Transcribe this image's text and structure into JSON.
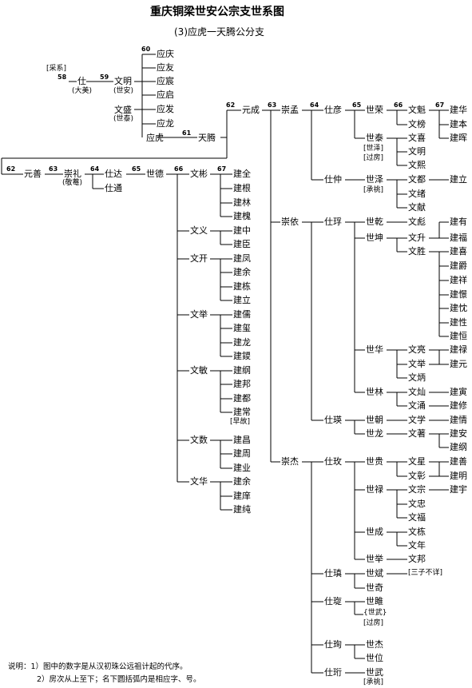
{
  "title": "重庆铜梁世安公宗支世系图",
  "subtitle": "(3)应虎一天腾公分支",
  "notes": {
    "line1": "说明：1）图中的数字是从汉初珠公远祖计起的代序。",
    "line2": "2）房次从上至下；名下圆括弧内是相应字、号。"
  },
  "labels": {
    "caixi": "[采系]",
    "shian": "(世安)",
    "shitai": "(世泰)",
    "damei": "(大美)",
    "jingyan": "(敬菴)",
    "guofang1": "[过房]",
    "guofang2": "[过房]",
    "shize_bracket": "[世泽]",
    "shiwu_bracket": "{世武}",
    "chengtiao1": "[承祧]",
    "chengtiao2": "[承祧]",
    "zaogu": "[早故]",
    "sanzi": "[三子不详]"
  },
  "gens": {
    "g58": "58",
    "g59": "59",
    "g60": "60",
    "g61": "61",
    "g62a": "62",
    "g62b": "62",
    "g63a": "63",
    "g63b": "63",
    "g64a": "64",
    "g64b": "64",
    "g65a": "65",
    "g65b": "65",
    "g66a": "66",
    "g66b": "66",
    "g67a": "67",
    "g67b": "67"
  },
  "people": {
    "shi": "仕",
    "wenming": "文明",
    "wensheng": "文盛",
    "yingqing": "应庆",
    "yingyou": "应友",
    "yingchen": "应宸",
    "yingqi": "应启",
    "yingfa": "应发",
    "yinglong": "应龙",
    "yinghu": "应虎",
    "tianteng": "天腾",
    "yuancheng": "元成",
    "chongmeng": "崇孟",
    "chongyi": "崇依",
    "chongjie": "崇杰",
    "shiyan": "仕彦",
    "shizhong": "仕仲",
    "shiyu": "仕琈",
    "shiying": "仕瑛",
    "shimei": "仕玫",
    "shizhen": "仕瑱",
    "shixuan": "仕琁",
    "shixun": "仕珣",
    "shiyi": "仕珩",
    "shirong": "世荣",
    "shitai2": "世泰",
    "shize": "世泽",
    "shiqian": "世乾",
    "shikun": "世坤",
    "shihua": "世华",
    "shilin": "世林",
    "shichao": "世朝",
    "shilong": "世龙",
    "shigui": "世贵",
    "shilu": "世禄",
    "shicheng": "世成",
    "shiju": "世举",
    "shibin": "世斌",
    "shiqi": "世奇",
    "shisheng": "世雎",
    "shijie": "世杰",
    "shiwei": "世位",
    "shiwu": "世武",
    "wenkui": "文魁",
    "wenbang": "文榜",
    "wenxi": "文喜",
    "wenming2": "文明",
    "wenxi2": "文熙",
    "wendu": "文都",
    "wenxu": "文绪",
    "wenxian": "文献",
    "wenbiao": "文彪",
    "wensheng2": "文升",
    "wensheng3": "文胜",
    "wenliang": "文亮",
    "wenju": "文举",
    "wenbing": "文炳",
    "wencan": "文灿",
    "wenyong": "文涌",
    "wenxue": "文学",
    "wenzhu": "文著",
    "wenxing": "文星",
    "wenzhang": "文彰",
    "wenzong": "文宗",
    "wenzhong": "文忠",
    "wenfu": "文福",
    "wendong": "文栋",
    "wennian": "文年",
    "wenbang2": "文邦",
    "jianhua": "建华",
    "jianben": "建本",
    "jianhui": "建晖",
    "jianli": "建立",
    "jianyou": "建有",
    "jianfu": "建福",
    "jianxi": "建喜",
    "jianyao": "建爵",
    "jianxiang": "建祥",
    "jianjing": "建憬",
    "jianchen": "建忱",
    "jianxing": "建性",
    "jianheng": "建恒",
    "jianlu": "建禄",
    "jianyuan": "建元",
    "jianyin": "建寅",
    "jianxiu": "建修",
    "jianqing": "建情",
    "jianan": "建安",
    "jiangang": "建纲",
    "jianshan": "建善",
    "jianming": "建明",
    "jianyu": "建宇",
    "yuanshan": "元善",
    "chongli": "崇礼",
    "shida": "仕达",
    "shitong": "仕通",
    "shide": "世德",
    "wenbin": "文彬",
    "wenyi": "文义",
    "wenkai": "文开",
    "wenju2": "文举",
    "wenmin": "文敏",
    "wenshu": "文数",
    "wenhua": "文华",
    "jianquan": "建全",
    "jiangen": "建根",
    "jianlin": "建林",
    "jianchuan": "建槐",
    "jianzhong": "建中",
    "jianchen2": "建臣",
    "jianfeng": "建凤",
    "jianyu2": "建余",
    "jiandong": "建栋",
    "jianli2": "建立",
    "jianxin": "建儒",
    "jiantao": "建玺",
    "jianlong": "建龙",
    "jianhuan": "建鑁",
    "jiangang2": "建纲",
    "jianbang": "建邦",
    "jiandu": "建都",
    "jianchang": "建常",
    "jianchang2": "建昌",
    "jianzhou": "建周",
    "jianye": "建业",
    "jianyu3": "建余",
    "jianku": "建庠",
    "jianchun": "建纯"
  }
}
